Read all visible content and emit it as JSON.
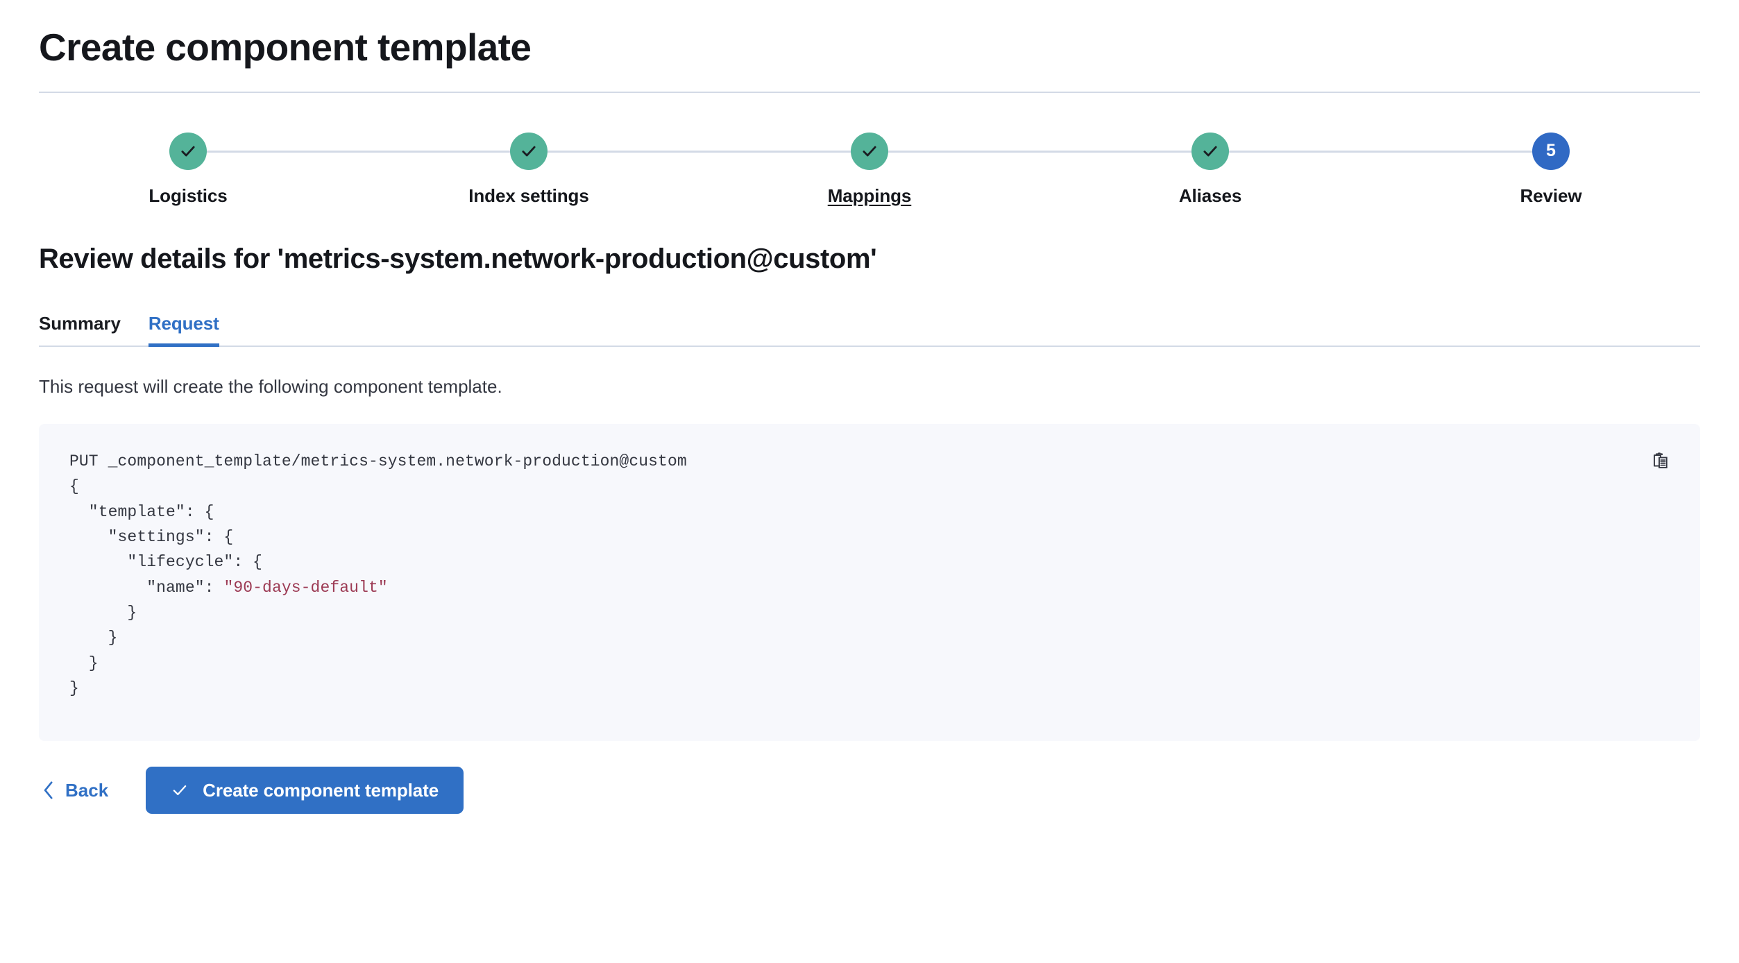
{
  "page": {
    "title": "Create component template"
  },
  "stepper": {
    "steps": [
      {
        "label": "Logistics",
        "state": "done",
        "number": "1",
        "icon": "check-icon",
        "hovered": false
      },
      {
        "label": "Index settings",
        "state": "done",
        "number": "2",
        "icon": "check-icon",
        "hovered": false
      },
      {
        "label": "Mappings",
        "state": "done",
        "number": "3",
        "icon": "check-icon",
        "hovered": true
      },
      {
        "label": "Aliases",
        "state": "done",
        "number": "4",
        "icon": "check-icon",
        "hovered": false
      },
      {
        "label": "Review",
        "state": "current",
        "number": "5",
        "icon": "",
        "hovered": false
      }
    ],
    "colors": {
      "done": "#54b399",
      "current": "#3069c4",
      "connector": "#d3dae6"
    }
  },
  "review": {
    "heading": "Review details for 'metrics-system.network-production@custom'",
    "tabs": [
      {
        "label": "Summary",
        "active": false
      },
      {
        "label": "Request",
        "active": true
      }
    ],
    "description": "This request will create the following component template.",
    "accent_color": "#3070c5"
  },
  "request": {
    "copy_icon": "copy-clipboard-icon",
    "method": "PUT",
    "path": "_component_template/metrics-system.network-production@custom",
    "line_1": "PUT _component_template/metrics-system.network-production@custom",
    "line_2": "{",
    "line_3": "  \"template\": {",
    "line_4": "    \"settings\": {",
    "line_5": "      \"lifecycle\": {",
    "line_6_key": "        \"name\": ",
    "line_6_value": "\"90-days-default\"",
    "line_7": "      }",
    "line_8": "    }",
    "line_9": "  }",
    "line_10": "}",
    "string_color": "#9c3a54",
    "background": "#f7f8fc"
  },
  "footer": {
    "back_label": "Back",
    "back_icon": "chevron-left-icon",
    "submit_label": "Create component template",
    "submit_icon": "check-icon",
    "submit_color": "#3070c5"
  }
}
